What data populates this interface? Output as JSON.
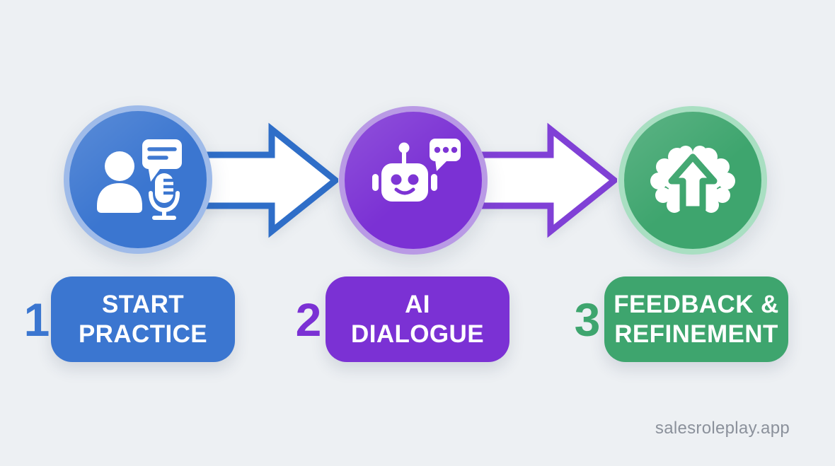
{
  "canvas": {
    "background": "#edf0f3"
  },
  "steps": [
    {
      "number": "1",
      "label_line1": "START",
      "label_line2": "PRACTICE",
      "color": "#3b76d0",
      "ring_color": "#9fbbe9",
      "icon": "person-speech-microphone-icon"
    },
    {
      "number": "2",
      "label_line1": "AI",
      "label_line2": "DIALOGUE",
      "color": "#7b31d4",
      "ring_color": "#b99ae5",
      "icon": "robot-chat-icon"
    },
    {
      "number": "3",
      "label_line1": "FEEDBACK &",
      "label_line2": "REFINEMENT",
      "color": "#3ea56e",
      "ring_color": "#a9dfc2",
      "icon": "brain-improvement-icon"
    }
  ],
  "arrows": [
    {
      "color": "#2f6ec8"
    },
    {
      "color": "#8040d6"
    }
  ],
  "watermark": {
    "text": "salesroleplay.app"
  }
}
